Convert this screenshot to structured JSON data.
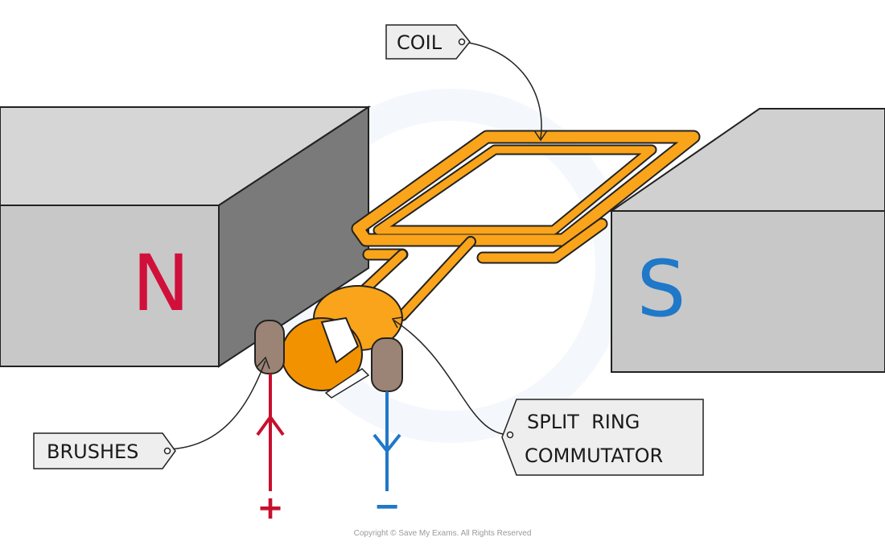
{
  "labels": {
    "coil": "COIL",
    "brushes": "BRUSHES",
    "commutator_line1": "SPLIT  RING",
    "commutator_line2": "COMMUTATOR"
  },
  "poles": {
    "north": "N",
    "south": "S"
  },
  "terminals": {
    "positive": "+",
    "negative": "−"
  },
  "footer": {
    "copyright": "Copyright © Save My Exams. All Rights Reserved"
  },
  "colors": {
    "north_label": "#d0103a",
    "south_label": "#1f78c8",
    "positive_wire": "#c8102e",
    "negative_wire": "#1f78c8",
    "coil_fill": "#f9a41a",
    "coil_outline": "#222222",
    "commutator_fill": "#f39200",
    "brush_fill": "#9b8475",
    "magnet_front": "#c8c8c8",
    "magnet_side": "#7a7a7a",
    "magnet_top": "#d6d6d6",
    "tag_fill": "#eeeeee"
  }
}
